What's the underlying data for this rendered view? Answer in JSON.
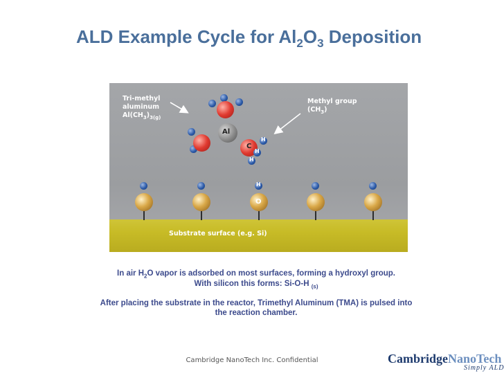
{
  "title": {
    "prefix": "ALD Example Cycle for Al",
    "sub1": "2",
    "mid": "O",
    "sub2": "3",
    "suffix": " Deposition"
  },
  "figure": {
    "tma_label": {
      "line1": "Tri-methyl",
      "line2": "aluminum",
      "line3_prefix": "Al(CH",
      "line3_sub1": "3",
      "line3_mid": ")",
      "line3_sub2": "3(g)"
    },
    "methyl_label": {
      "line1": "Methyl group",
      "line2_prefix": "(CH",
      "line2_sub": "3",
      "line2_suffix": ")"
    },
    "substrate_label": "Substrate surface (e.g. Si)",
    "atoms": {
      "al": "Al",
      "c": "C",
      "h": "H",
      "o": "O"
    },
    "colors": {
      "background": "#a4a6a9",
      "surface": "#c7bb26",
      "carbon": "#e03a30",
      "hydrogen": "#2c5aa8",
      "oxygen": "#d9a848",
      "aluminum": "#8a8a8a"
    }
  },
  "body": {
    "line1_prefix": "In air H",
    "line1_sub": "2",
    "line1_suffix": "O vapor is adsorbed on most surfaces, forming a hydroxyl group.",
    "line2_prefix": "With silicon this forms: Si-O-H ",
    "line2_sub": "(s)",
    "line3": "After placing the substrate in the reactor, Trimethyl Aluminum (TMA) is pulsed into",
    "line4": "the reaction chamber."
  },
  "footer": "Cambridge NanoTech Inc. Confidential",
  "logo": {
    "part1": "Cambridge",
    "part2": "NanoTech",
    "tagline": "Simply ALD"
  }
}
